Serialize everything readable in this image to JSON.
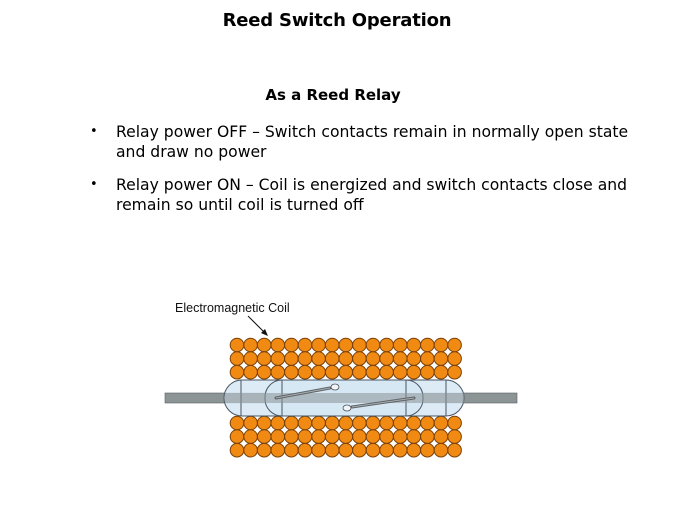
{
  "slide": {
    "title": "Reed Switch Operation",
    "subtitle": "As a Reed Relay",
    "bullets": [
      {
        "icon": "bullet-dot",
        "text": "Relay power OFF – Switch contacts remain in normally open state and draw no power"
      },
      {
        "icon": "bullet-dot",
        "text": "Relay power ON – Coil is energized and switch contacts close and remain so until coil is turned off"
      }
    ]
  },
  "diagram": {
    "label": "Electromagnetic Coil",
    "coil_rows_above": 3,
    "coil_rows_below": 3,
    "coil_columns": 17,
    "colors": {
      "coil_fill": "#f08a12",
      "coil_stroke": "#7a4008",
      "glass_fill": "#d6e8f4",
      "glass_stroke": "#4a5560",
      "lead": "#8c9496",
      "reed": "#7a7f82"
    }
  }
}
